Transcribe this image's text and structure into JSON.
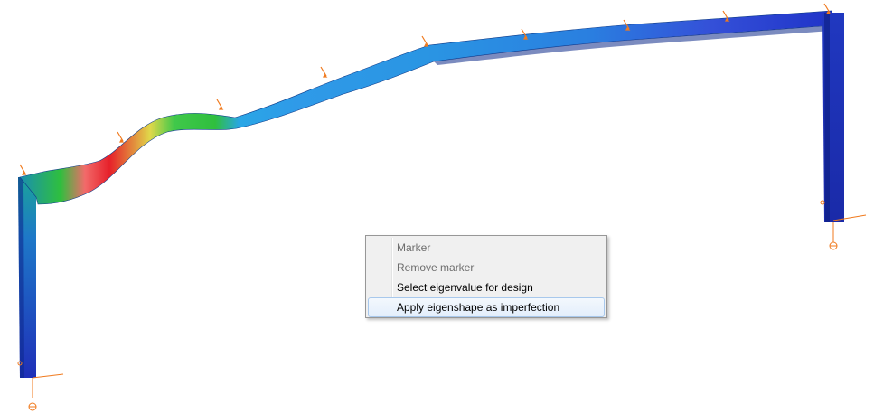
{
  "colors": {
    "accent_red": "#e6202a",
    "accent_blue": "#1f33c8",
    "accent_green": "#2fbf3e",
    "load_arrow": "#f07a1e",
    "menu_background": "#f0f0f0",
    "menu_hover": "#e3eefb"
  },
  "viewport": {
    "type": "3D frame eigenshape visualization"
  },
  "context_menu": {
    "items": [
      {
        "label": "Marker",
        "enabled": false,
        "highlighted": false
      },
      {
        "label": "Remove marker",
        "enabled": false,
        "highlighted": false
      },
      {
        "label": "Select eigenvalue for design",
        "enabled": true,
        "highlighted": false
      },
      {
        "label": "Apply eigenshape as imperfection",
        "enabled": true,
        "highlighted": true
      }
    ]
  }
}
